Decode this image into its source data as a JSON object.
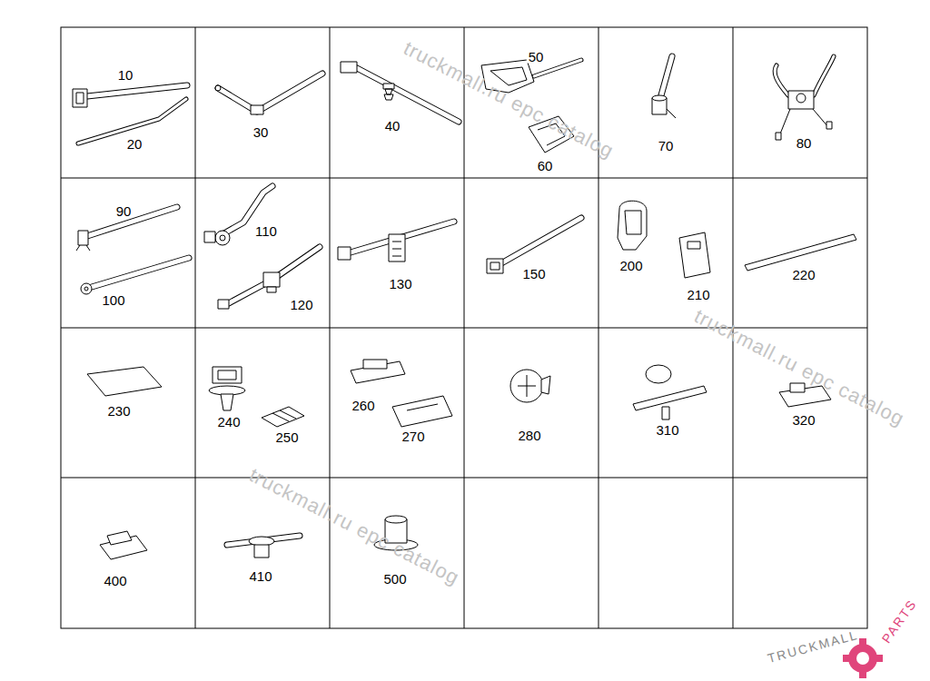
{
  "diagram": {
    "labels": [
      "10",
      "20",
      "30",
      "40",
      "50",
      "60",
      "70",
      "80",
      "90",
      "100",
      "110",
      "120",
      "130",
      "150",
      "200",
      "210",
      "220",
      "230",
      "240",
      "250",
      "260",
      "270",
      "280",
      "310",
      "320",
      "400",
      "410",
      "500",
      "truckmall.ru epc catalog",
      "truckmall.ru epc catalog",
      "truckmall.ru epc catalog",
      "TRUCKMALL",
      "PARTS"
    ]
  }
}
